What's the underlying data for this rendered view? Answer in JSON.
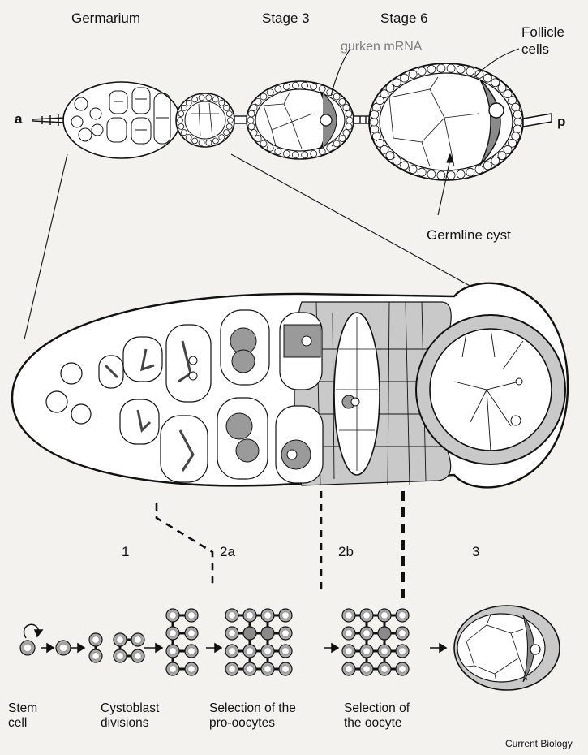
{
  "header": {
    "germarium": "Germarium",
    "stage3": "Stage 3",
    "stage6": "Stage 6"
  },
  "annotations": {
    "gurken": "gurken mRNA",
    "follicle_line1": "Follicle",
    "follicle_line2": "cells",
    "anterior": "a",
    "posterior": "p",
    "germline_cyst": "Germline cyst"
  },
  "regions": {
    "r1": "1",
    "r2a": "2a",
    "r2b": "2b",
    "r3": "3"
  },
  "captions": {
    "stem_l1": "Stem",
    "stem_l2": "cell",
    "cysto_l1": "Cystoblast",
    "cysto_l2": "divisions",
    "pro_l1": "Selection of the",
    "pro_l2": "pro-oocytes",
    "oocyte_l1": "Selection of",
    "oocyte_l2": "the oocyte"
  },
  "credit": "Current Biology",
  "colors": {
    "background": "#f4f2ee",
    "outline": "#111111",
    "gurken_shading": "#8a8a8a",
    "follicle_fill": "#c9c9c9",
    "cell_fill": "#ffffff",
    "cell_ring": "#9a9a9a"
  }
}
